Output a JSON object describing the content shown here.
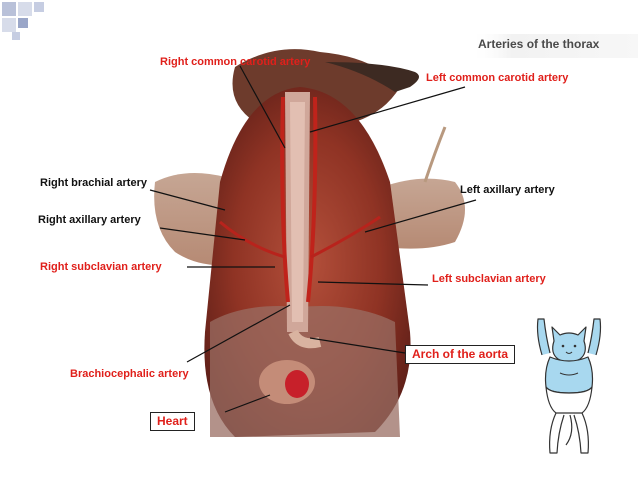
{
  "title": "Arteries of the thorax",
  "labels": {
    "right_common_carotid": "Right common carotid artery",
    "left_common_carotid": "Left common carotid artery",
    "right_brachial": "Right brachial artery",
    "left_axillary": "Left axillary artery",
    "right_axillary": "Right axillary artery",
    "right_subclavian": "Right subclavian artery",
    "left_subclavian": "Left subclavian artery",
    "arch_of_aorta": "Arch of the aorta",
    "brachiocephalic": "Brachiocephalic artery",
    "heart": "Heart"
  },
  "colors": {
    "label_red": "#e0201b",
    "label_black": "#111111",
    "corner_squares": "#9aa6c8"
  }
}
